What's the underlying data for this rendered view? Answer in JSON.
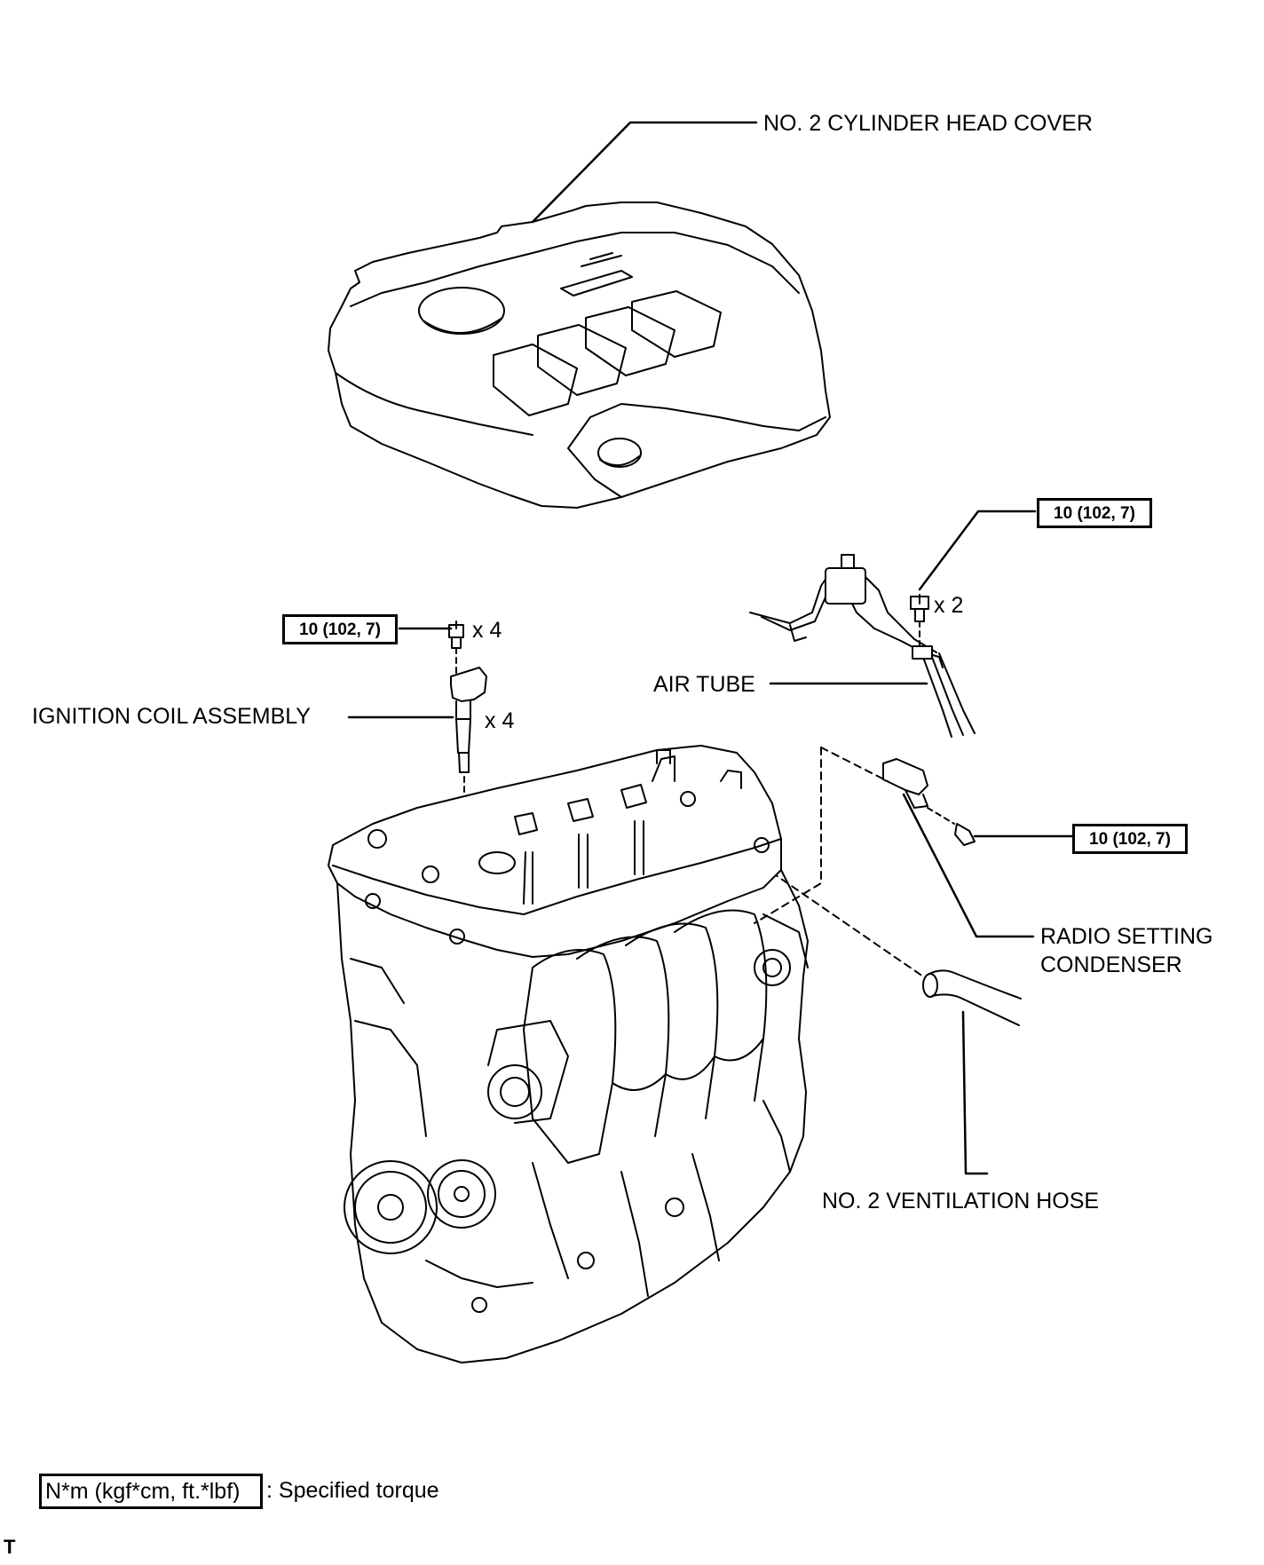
{
  "labels": {
    "head_cover": "NO. 2 CYLINDER HEAD COVER",
    "air_tube": "AIR TUBE",
    "ignition_coil": "IGNITION COIL ASSEMBLY",
    "radio_setting_line1": "RADIO SETTING",
    "radio_setting_line2": "CONDENSER",
    "ventilation_hose": "NO. 2 VENTILATION HOSE"
  },
  "torques": {
    "coil_bolt": "10 (102, 7)",
    "air_tube_bolt": "10 (102, 7)",
    "condenser_bolt": "10 (102, 7)"
  },
  "quantities": {
    "coil_bolt": "x 4",
    "coil_assembly": "x 4",
    "air_tube_bolt": "x 2"
  },
  "legend": {
    "unit_box": "N*m (kgf*cm, ft.*lbf)",
    "meaning": ": Specified torque"
  },
  "corner_mark": "T",
  "colors": {
    "ink": "#000000",
    "paper": "#ffffff"
  }
}
